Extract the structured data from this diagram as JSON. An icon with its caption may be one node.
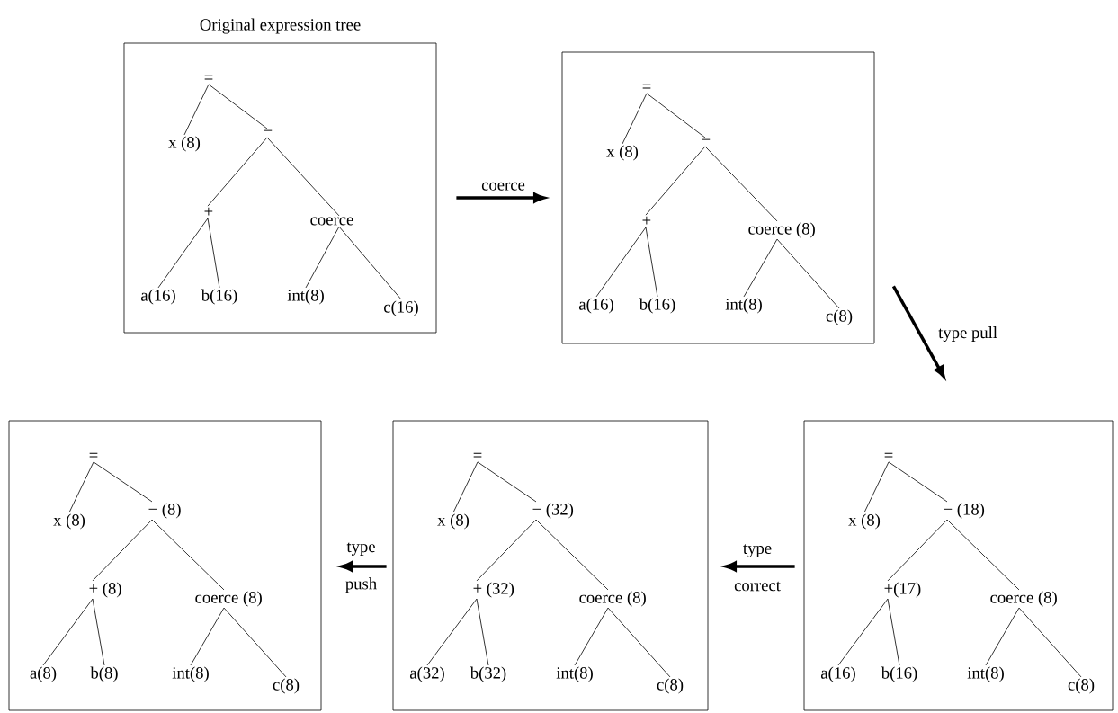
{
  "diagram": {
    "nodes": [
      {
        "text": [
          "Original expression tree"
        ]
      },
      {
        "text": [
          "="
        ],
        "in": 0
      },
      {
        "text": [
          "x (8)"
        ],
        "in": 0
      },
      {
        "text": [
          "−"
        ],
        "in": 0
      },
      {
        "text": [
          "+"
        ],
        "in": 0
      },
      {
        "text": [
          "coerce"
        ],
        "in": 0
      },
      {
        "text": [
          "a(16)"
        ],
        "in": 0
      },
      {
        "text": [
          "b(16)"
        ],
        "in": 0
      },
      {
        "text": [
          "int(8)"
        ],
        "in": 0
      },
      {
        "text": [
          "c(16)"
        ],
        "in": 0
      },
      {
        "text": [],
        "shape": "box"
      },
      {
        "text": [
          "="
        ],
        "in": 10
      },
      {
        "text": [
          "x (8)"
        ],
        "in": 10
      },
      {
        "text": [
          "−"
        ],
        "in": 10
      },
      {
        "text": [
          "+"
        ],
        "in": 10
      },
      {
        "text": [
          "coerce (8)"
        ],
        "in": 10
      },
      {
        "text": [
          "a(16)"
        ],
        "in": 10
      },
      {
        "text": [
          "b(16)"
        ],
        "in": 10
      },
      {
        "text": [
          "int(8)"
        ],
        "in": 10
      },
      {
        "text": [
          "c(8)"
        ],
        "in": 10
      },
      {
        "text": [],
        "shape": "box"
      },
      {
        "text": [
          "="
        ],
        "in": 20
      },
      {
        "text": [
          "x (8)"
        ],
        "in": 20
      },
      {
        "text": [
          "− (8)"
        ],
        "in": 20
      },
      {
        "text": [
          "+ (8)"
        ],
        "in": 20
      },
      {
        "text": [
          "coerce (8)"
        ],
        "in": 20
      },
      {
        "text": [
          "a(8)"
        ],
        "in": 20
      },
      {
        "text": [
          "b(8)"
        ],
        "in": 20
      },
      {
        "text": [
          "int(8)"
        ],
        "in": 20
      },
      {
        "text": [
          "c(8)"
        ],
        "in": 20
      },
      {
        "text": [],
        "shape": "box"
      },
      {
        "text": [
          "="
        ],
        "in": 30
      },
      {
        "text": [
          "x (8)"
        ],
        "in": 30
      },
      {
        "text": [
          "− (32)"
        ],
        "in": 30
      },
      {
        "text": [
          "+ (32)"
        ],
        "in": 30
      },
      {
        "text": [
          "coerce (8)"
        ],
        "in": 30
      },
      {
        "text": [
          "a(32)"
        ],
        "in": 30
      },
      {
        "text": [
          "b(32)"
        ],
        "in": 30
      },
      {
        "text": [
          "int(8)"
        ],
        "in": 30
      },
      {
        "text": [
          "c(8)"
        ],
        "in": 30
      },
      {
        "text": [],
        "shape": "box"
      },
      {
        "text": [
          "="
        ],
        "in": 40
      },
      {
        "text": [
          "x (8)"
        ],
        "in": 40
      },
      {
        "text": [
          "− (18)"
        ],
        "in": 40
      },
      {
        "text": [
          "+(17)"
        ],
        "in": 40
      },
      {
        "text": [
          "coerce (8)"
        ],
        "in": 40
      },
      {
        "text": [
          "a(16)"
        ],
        "in": 40
      },
      {
        "text": [
          "b(16)"
        ],
        "in": 40
      },
      {
        "text": [
          "int(8)"
        ],
        "in": 40
      },
      {
        "text": [
          "c(8)"
        ],
        "in": 40
      }
    ],
    "edges": [
      {
        "from": 1,
        "to": 2,
        "arrow": "none"
      },
      {
        "from": 1,
        "to": 3,
        "arrow": "none"
      },
      {
        "from": 3,
        "to": 4,
        "arrow": "none"
      },
      {
        "from": 3,
        "to": 5,
        "arrow": "none"
      },
      {
        "from": 4,
        "to": 6,
        "arrow": "none"
      },
      {
        "from": 4,
        "to": 7,
        "arrow": "none"
      },
      {
        "from": 5,
        "to": 8,
        "arrow": "none"
      },
      {
        "from": 5,
        "to": 9,
        "arrow": "none"
      },
      {
        "from": 11,
        "to": 12,
        "arrow": "none"
      },
      {
        "from": 11,
        "to": 13,
        "arrow": "none"
      },
      {
        "from": 13,
        "to": 14,
        "arrow": "none"
      },
      {
        "from": 13,
        "to": 15,
        "arrow": "none"
      },
      {
        "from": 14,
        "to": 16,
        "arrow": "none"
      },
      {
        "from": 14,
        "to": 17,
        "arrow": "none"
      },
      {
        "from": 15,
        "to": 18,
        "arrow": "none"
      },
      {
        "from": 15,
        "to": 19,
        "arrow": "none"
      },
      {
        "from": 21,
        "to": 22,
        "arrow": "none"
      },
      {
        "from": 21,
        "to": 23,
        "arrow": "none"
      },
      {
        "from": 23,
        "to": 24,
        "arrow": "none"
      },
      {
        "from": 23,
        "to": 25,
        "arrow": "none"
      },
      {
        "from": 24,
        "to": 26,
        "arrow": "none"
      },
      {
        "from": 24,
        "to": 27,
        "arrow": "none"
      },
      {
        "from": 25,
        "to": 28,
        "arrow": "none"
      },
      {
        "from": 25,
        "to": 29,
        "arrow": "none"
      },
      {
        "from": 31,
        "to": 32,
        "arrow": "none"
      },
      {
        "from": 31,
        "to": 33,
        "arrow": "none"
      },
      {
        "from": 33,
        "to": 34,
        "arrow": "none"
      },
      {
        "from": 33,
        "to": 35,
        "arrow": "none"
      },
      {
        "from": 34,
        "to": 36,
        "arrow": "none"
      },
      {
        "from": 34,
        "to": 37,
        "arrow": "none"
      },
      {
        "from": 35,
        "to": 38,
        "arrow": "none"
      },
      {
        "from": 35,
        "to": 39,
        "arrow": "none"
      },
      {
        "from": 41,
        "to": 42,
        "arrow": "none"
      },
      {
        "from": 41,
        "to": 43,
        "arrow": "none"
      },
      {
        "from": 43,
        "to": 44,
        "arrow": "none"
      },
      {
        "from": 43,
        "to": 45,
        "arrow": "none"
      },
      {
        "from": 44,
        "to": 46,
        "arrow": "none"
      },
      {
        "from": 44,
        "to": 47,
        "arrow": "none"
      },
      {
        "from": 45,
        "to": 48,
        "arrow": "none"
      },
      {
        "from": 45,
        "to": 49,
        "arrow": "none"
      },
      {
        "from": 0,
        "to": 10,
        "arrow": "to",
        "label": "coerce",
        "style": "thick"
      },
      {
        "from": 10,
        "to": 40,
        "arrow": "to",
        "label": "type pull",
        "style": "thick"
      },
      {
        "from": 40,
        "to": 30,
        "arrow": "to",
        "label": "type correct",
        "style": "thick"
      },
      {
        "from": 30,
        "to": 20,
        "arrow": "to",
        "label": "type push",
        "style": "thick"
      }
    ]
  }
}
